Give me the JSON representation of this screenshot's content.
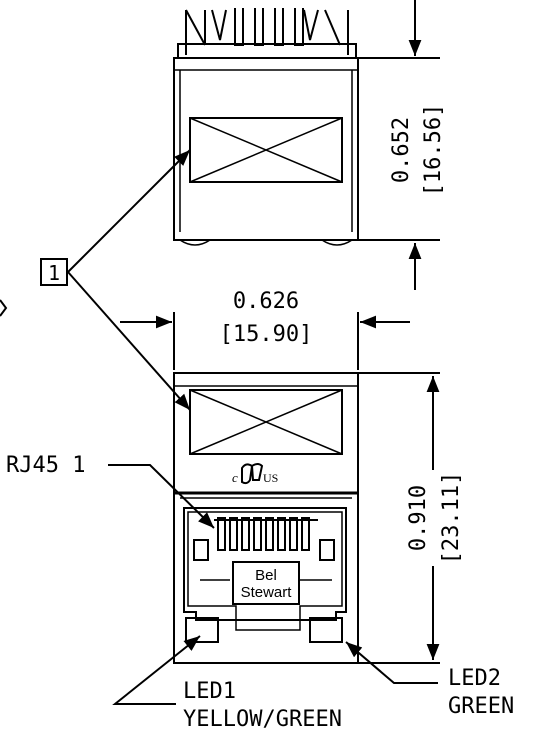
{
  "top_view": {
    "height_dim": {
      "inch": "0.652",
      "mm": "[16.56]"
    }
  },
  "width_dim": {
    "inch": "0.626",
    "mm": "[15.90]"
  },
  "front_view": {
    "height_dim": {
      "inch": "0.910",
      "mm": "[23.11]"
    },
    "ul_mark": {
      "c": "c",
      "us": "US"
    },
    "brand_label": {
      "line1": "Bel",
      "line2": "Stewart"
    }
  },
  "callout": {
    "balloon": "1"
  },
  "labels": {
    "rj45": "RJ45 1",
    "led1_name": "LED1",
    "led1_color": "YELLOW/GREEN",
    "led2_name": "LED2",
    "led2_color": "GREEN"
  },
  "pin_count": 8
}
